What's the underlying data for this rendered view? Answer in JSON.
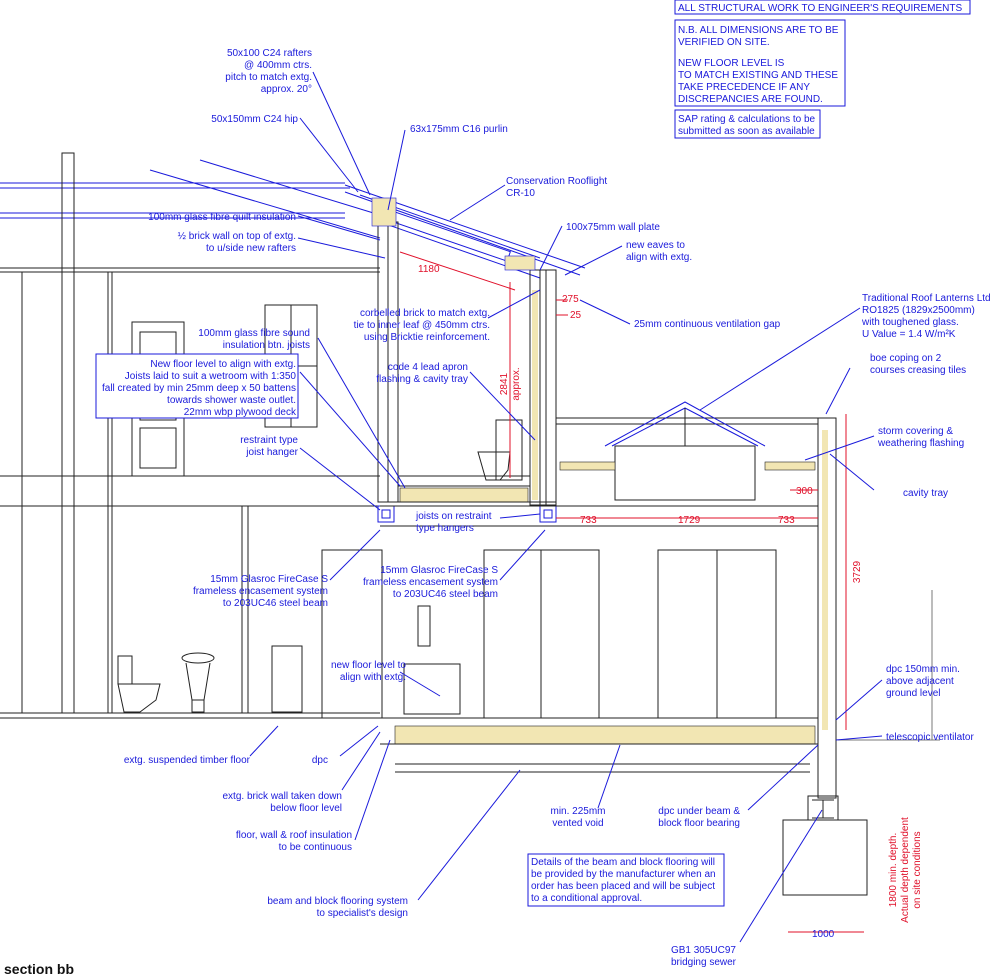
{
  "title": "section bb",
  "notes": {
    "top_right": [
      "ALL STRUCTURAL WORK TO ENGINEER'S REQUIREMENTS",
      "N.B. ALL DIMENSIONS ARE TO BE",
      "VERIFIED ON SITE.",
      "NEW FLOOR LEVEL IS",
      "TO MATCH EXISTING AND THESE",
      "TAKE PRECEDENCE IF ANY",
      "DISCREPANCIES ARE FOUND.",
      "SAP rating & calculations to be",
      "submitted as soon as available"
    ],
    "rafters": [
      "50x100 C24 rafters",
      "@ 400mm ctrs.",
      "pitch to match extg.",
      "approx. 20°"
    ],
    "hip": "50x150mm C24 hip",
    "purlin": "63x175mm C16 purlin",
    "rooflight": [
      "Conservation Rooflight",
      "CR-10"
    ],
    "quilt": "100mm glass fibre quilt insulation",
    "brick_wall": [
      "½ brick wall on top of extg.",
      "to u/side new rafters"
    ],
    "wall_plate": "100x75mm wall plate",
    "new_eaves": [
      "new eaves to",
      "align with extg."
    ],
    "corbelled": [
      "corbelled brick to match extg.",
      "tie to inner leaf @ 450mm ctrs.",
      "using Bricktie reinforcement."
    ],
    "vent_gap": "25mm continuous ventilation gap",
    "lanterns": [
      "Traditional Roof Lanterns Ltd",
      "RO1825 (1829x2500mm)",
      "with toughened glass.",
      "U Value = 1.4 W/m²K"
    ],
    "sound_ins": [
      "100mm glass fibre sound",
      "insulation btn. joists"
    ],
    "floor_note": [
      "New floor level to align with extg.",
      "Joists laid to suit a wetroom with 1:350",
      "fall created by min 25mm deep x 50 battens",
      "towards shower waste outlet.",
      "22mm wbp plywood deck"
    ],
    "lead_apron": [
      "code 4 lead apron",
      "flashing & cavity tray"
    ],
    "boe": [
      "boe coping on 2",
      "courses creasing tiles"
    ],
    "storm": [
      "storm covering &",
      "weathering flashing"
    ],
    "cavity_tray": "cavity tray",
    "restraint": [
      "restraint type",
      "joist hanger"
    ],
    "joists_on": [
      "joists on restraint",
      "type hangers"
    ],
    "firecase_left": [
      "15mm Glasroc FireCase S",
      "frameless encasement system",
      "to 203UC46 steel beam"
    ],
    "firecase_mid": [
      "15mm Glasroc FireCase S",
      "frameless encasement system",
      "to 203UC46 steel beam"
    ],
    "new_floor": [
      "new floor level to",
      "align with extg."
    ],
    "dpc_min": [
      "dpc 150mm min.",
      "above adjacent",
      "ground level"
    ],
    "telescopic": "telescopic ventilator",
    "suspended": "extg. suspended timber floor",
    "dpc": "dpc",
    "brick_down": [
      "extg. brick wall taken down",
      "below floor level"
    ],
    "continuous": [
      "floor, wall & roof insulation",
      "to be continuous"
    ],
    "void": [
      "min. 225mm",
      "vented void"
    ],
    "dpc_beam": [
      "dpc under beam &",
      "block floor bearing"
    ],
    "beam_block_details": [
      "Details of the beam and block flooring will",
      "be provided by the manufacturer when an",
      "order has been placed and will be subject",
      "to a conditional approval."
    ],
    "beam_block_system": [
      "beam and block flooring system",
      "to specialist's design"
    ],
    "gb1": [
      "GB1 305UC97",
      "bridging sewer"
    ],
    "depth": [
      "1800 min. depth.",
      "Actual depth dependent",
      "on site conditions"
    ]
  },
  "dimensions": {
    "d1180": "1180",
    "d275": "275",
    "d25": "25",
    "d2841": "2841",
    "approx": "approx.",
    "d300": "300",
    "d733a": "733",
    "d1729": "1729",
    "d733b": "733",
    "d3729": "3729",
    "d1000": "1000"
  },
  "colors": {
    "annotation": "#1a1adb",
    "dimension": "#e0102a",
    "structure": "#222222"
  }
}
